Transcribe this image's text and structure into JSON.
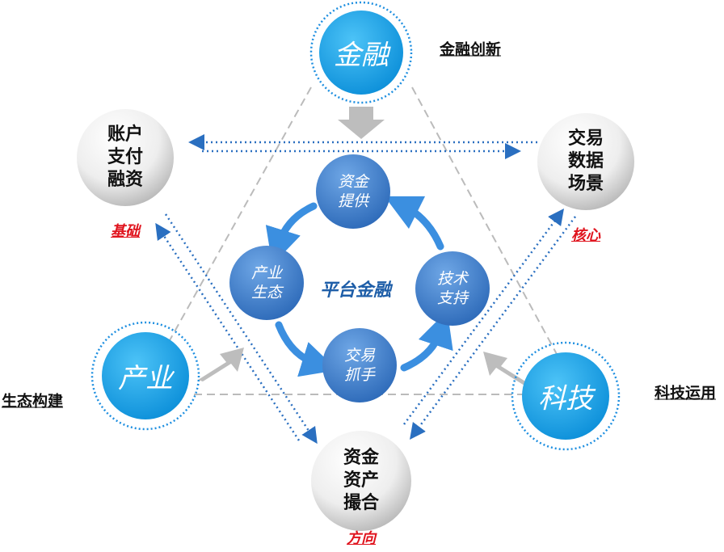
{
  "colors": {
    "blue": "#1aa3e8",
    "inner": "#3a7ed0",
    "gray_arrow": "#bdbdbd",
    "red": "#e0141e",
    "dotted": "#2a6fc0"
  },
  "outer": {
    "finance": "金融",
    "industry": "产业",
    "tech": "科技",
    "account": "账户\n支付\n融资",
    "trade": "交易\n数据\n场景",
    "asset": "资金\n资产\n撮合"
  },
  "labels": {
    "finance": "金融创新",
    "industry": "生态构建",
    "tech": "科技运用",
    "base": "基础",
    "core": "核心",
    "direction": "方向"
  },
  "inner": {
    "fund": "资金\n提供",
    "eco": "产业\n生态",
    "support": "技术\n支持",
    "trade": "交易\n抓手",
    "center": "平台金融"
  }
}
